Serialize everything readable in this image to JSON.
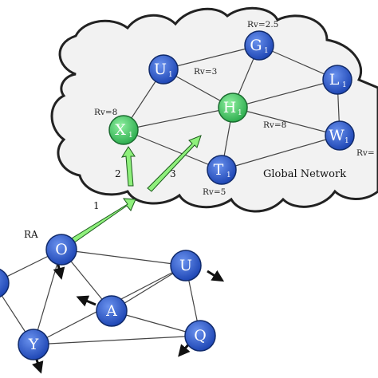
{
  "colors": {
    "node_blue": "#2f5fcf",
    "node_green": "#45c765",
    "cloud_fill": "#f2f2f2",
    "arrow_green": "#8ff07c",
    "arrow_black": "#111111"
  },
  "global_network": {
    "label": "Global Network",
    "nodes": [
      {
        "id": "G",
        "letter": "G",
        "subscript": "1",
        "rv": "Rv=2.5",
        "highlight": false
      },
      {
        "id": "U",
        "letter": "U",
        "subscript": "1",
        "rv": "Rv=3",
        "highlight": false
      },
      {
        "id": "L",
        "letter": "L",
        "subscript": "1",
        "rv": "",
        "highlight": false
      },
      {
        "id": "X",
        "letter": "X",
        "subscript": "1",
        "rv": "Rv=8",
        "highlight": true
      },
      {
        "id": "H",
        "letter": "H",
        "subscript": "1",
        "rv": "Rv=8",
        "highlight": true
      },
      {
        "id": "W",
        "letter": "W",
        "subscript": "1",
        "rv": "Rv=",
        "highlight": false
      },
      {
        "id": "T",
        "letter": "T",
        "subscript": "1",
        "rv": "Rv=5",
        "highlight": false
      }
    ]
  },
  "local_network": {
    "ra_label": "RA",
    "nodes": [
      {
        "id": "O",
        "letter": "O"
      },
      {
        "id": "U2",
        "letter": "U"
      },
      {
        "id": "A",
        "letter": "A"
      },
      {
        "id": "Y",
        "letter": "Y"
      },
      {
        "id": "Q",
        "letter": "Q"
      }
    ]
  },
  "steps": [
    {
      "id": "1",
      "label": "1"
    },
    {
      "id": "2",
      "label": "2"
    },
    {
      "id": "3",
      "label": "3"
    }
  ]
}
